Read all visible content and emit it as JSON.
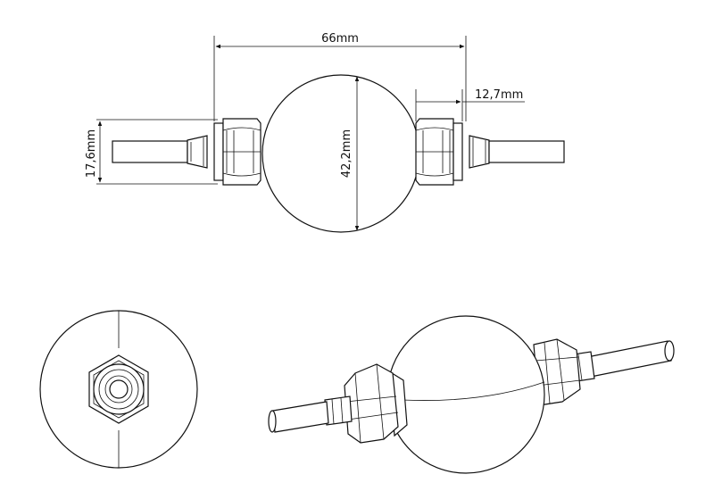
{
  "dimensions": {
    "overall_length": "66mm",
    "nut_width": "12,7mm",
    "nut_height": "17,6mm",
    "sphere_diameter": "42,2mm"
  },
  "views": [
    "front-view",
    "end-view",
    "isometric-view"
  ],
  "colors": {
    "line": "#111111",
    "background": "#ffffff"
  }
}
